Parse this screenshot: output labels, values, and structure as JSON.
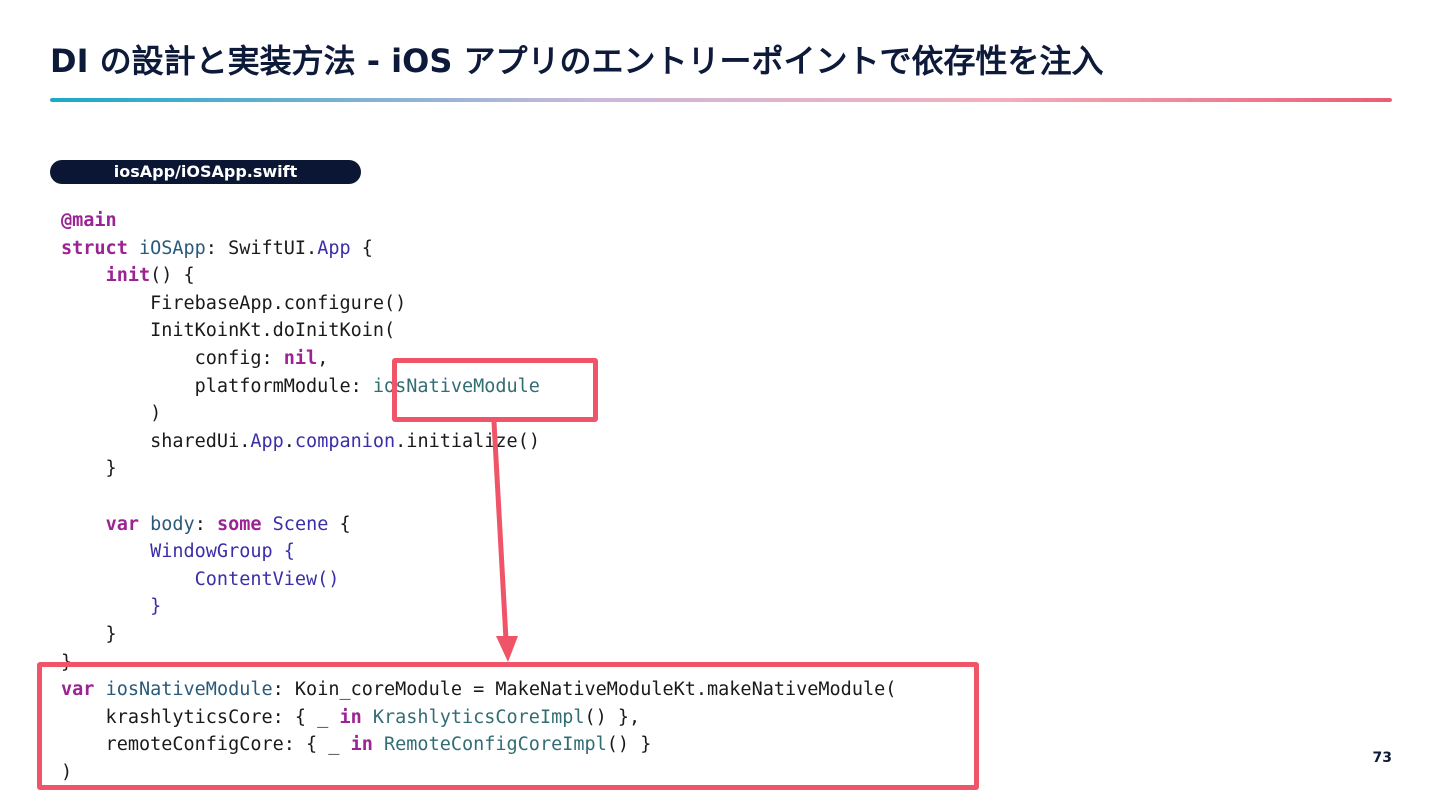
{
  "slide": {
    "title": "DI の設計と実装方法 - iOS アプリのエントリーポイントで依存性を注入",
    "file_label": "iosApp/iOSApp.swift",
    "page_number": "73"
  },
  "colors": {
    "title_text": "#0e1a3a",
    "rule_gradient": [
      "#1aa9c8",
      "#c9b8d9",
      "#f3b0be",
      "#e95d75"
    ],
    "highlight": "#f05468",
    "badge_bg": "#0b1634",
    "keyword": "#9b2393",
    "type": "#3a2fa8",
    "identifier": "#326d74"
  },
  "code": {
    "lines": [
      [
        [
          "kw",
          "@main"
        ]
      ],
      [
        [
          "kw",
          "struct "
        ],
        [
          "tyc",
          "iOSApp"
        ],
        [
          "pl",
          ": SwiftUI."
        ],
        [
          "ty",
          "App"
        ],
        [
          "pl",
          " {"
        ]
      ],
      [
        [
          "pl",
          "    "
        ],
        [
          "kw",
          "init"
        ],
        [
          "pl",
          "() {"
        ]
      ],
      [
        [
          "pl",
          "        FirebaseApp.configure()"
        ]
      ],
      [
        [
          "pl",
          "        InitKoinKt.doInitKoin("
        ]
      ],
      [
        [
          "pl",
          "            config: "
        ],
        [
          "kw",
          "nil"
        ],
        [
          "pl",
          ","
        ]
      ],
      [
        [
          "pl",
          "            platformModule: "
        ],
        [
          "ref",
          "iosNativeModule"
        ]
      ],
      [
        [
          "pl",
          "        )"
        ]
      ],
      [
        [
          "pl",
          "        sharedUi."
        ],
        [
          "ty",
          "App"
        ],
        [
          "pl",
          "."
        ],
        [
          "ty",
          "companion"
        ],
        [
          "pl",
          ".initialize()"
        ]
      ],
      [
        [
          "pl",
          "    }"
        ]
      ],
      [
        [
          "pl",
          ""
        ]
      ],
      [
        [
          "pl",
          "    "
        ],
        [
          "kw",
          "var "
        ],
        [
          "tyc",
          "body"
        ],
        [
          "pl",
          ": "
        ],
        [
          "kw",
          "some "
        ],
        [
          "ty",
          "Scene"
        ],
        [
          "pl",
          " {"
        ]
      ],
      [
        [
          "pl",
          "        "
        ],
        [
          "ty",
          "WindowGroup {"
        ]
      ],
      [
        [
          "pl",
          "            "
        ],
        [
          "ty",
          "ContentView()"
        ]
      ],
      [
        [
          "pl",
          "        "
        ],
        [
          "ty",
          "}"
        ]
      ],
      [
        [
          "pl",
          "    }"
        ]
      ],
      [
        [
          "pl",
          "}"
        ]
      ],
      [
        [
          "kw",
          "var "
        ],
        [
          "tyc",
          "iosNativeModule"
        ],
        [
          "pl",
          ": Koin_coreModule = MakeNativeModuleKt.makeNativeModule("
        ]
      ],
      [
        [
          "pl",
          "    krashlyticsCore: { _ "
        ],
        [
          "kw",
          "in "
        ],
        [
          "ref",
          "KrashlyticsCoreImpl"
        ],
        [
          "pl",
          "() },"
        ]
      ],
      [
        [
          "pl",
          "    remoteConfigCore: { _ "
        ],
        [
          "kw",
          "in "
        ],
        [
          "ref",
          "RemoteConfigCoreImpl"
        ],
        [
          "pl",
          "() }"
        ]
      ],
      [
        [
          "pl",
          ")"
        ]
      ]
    ]
  }
}
